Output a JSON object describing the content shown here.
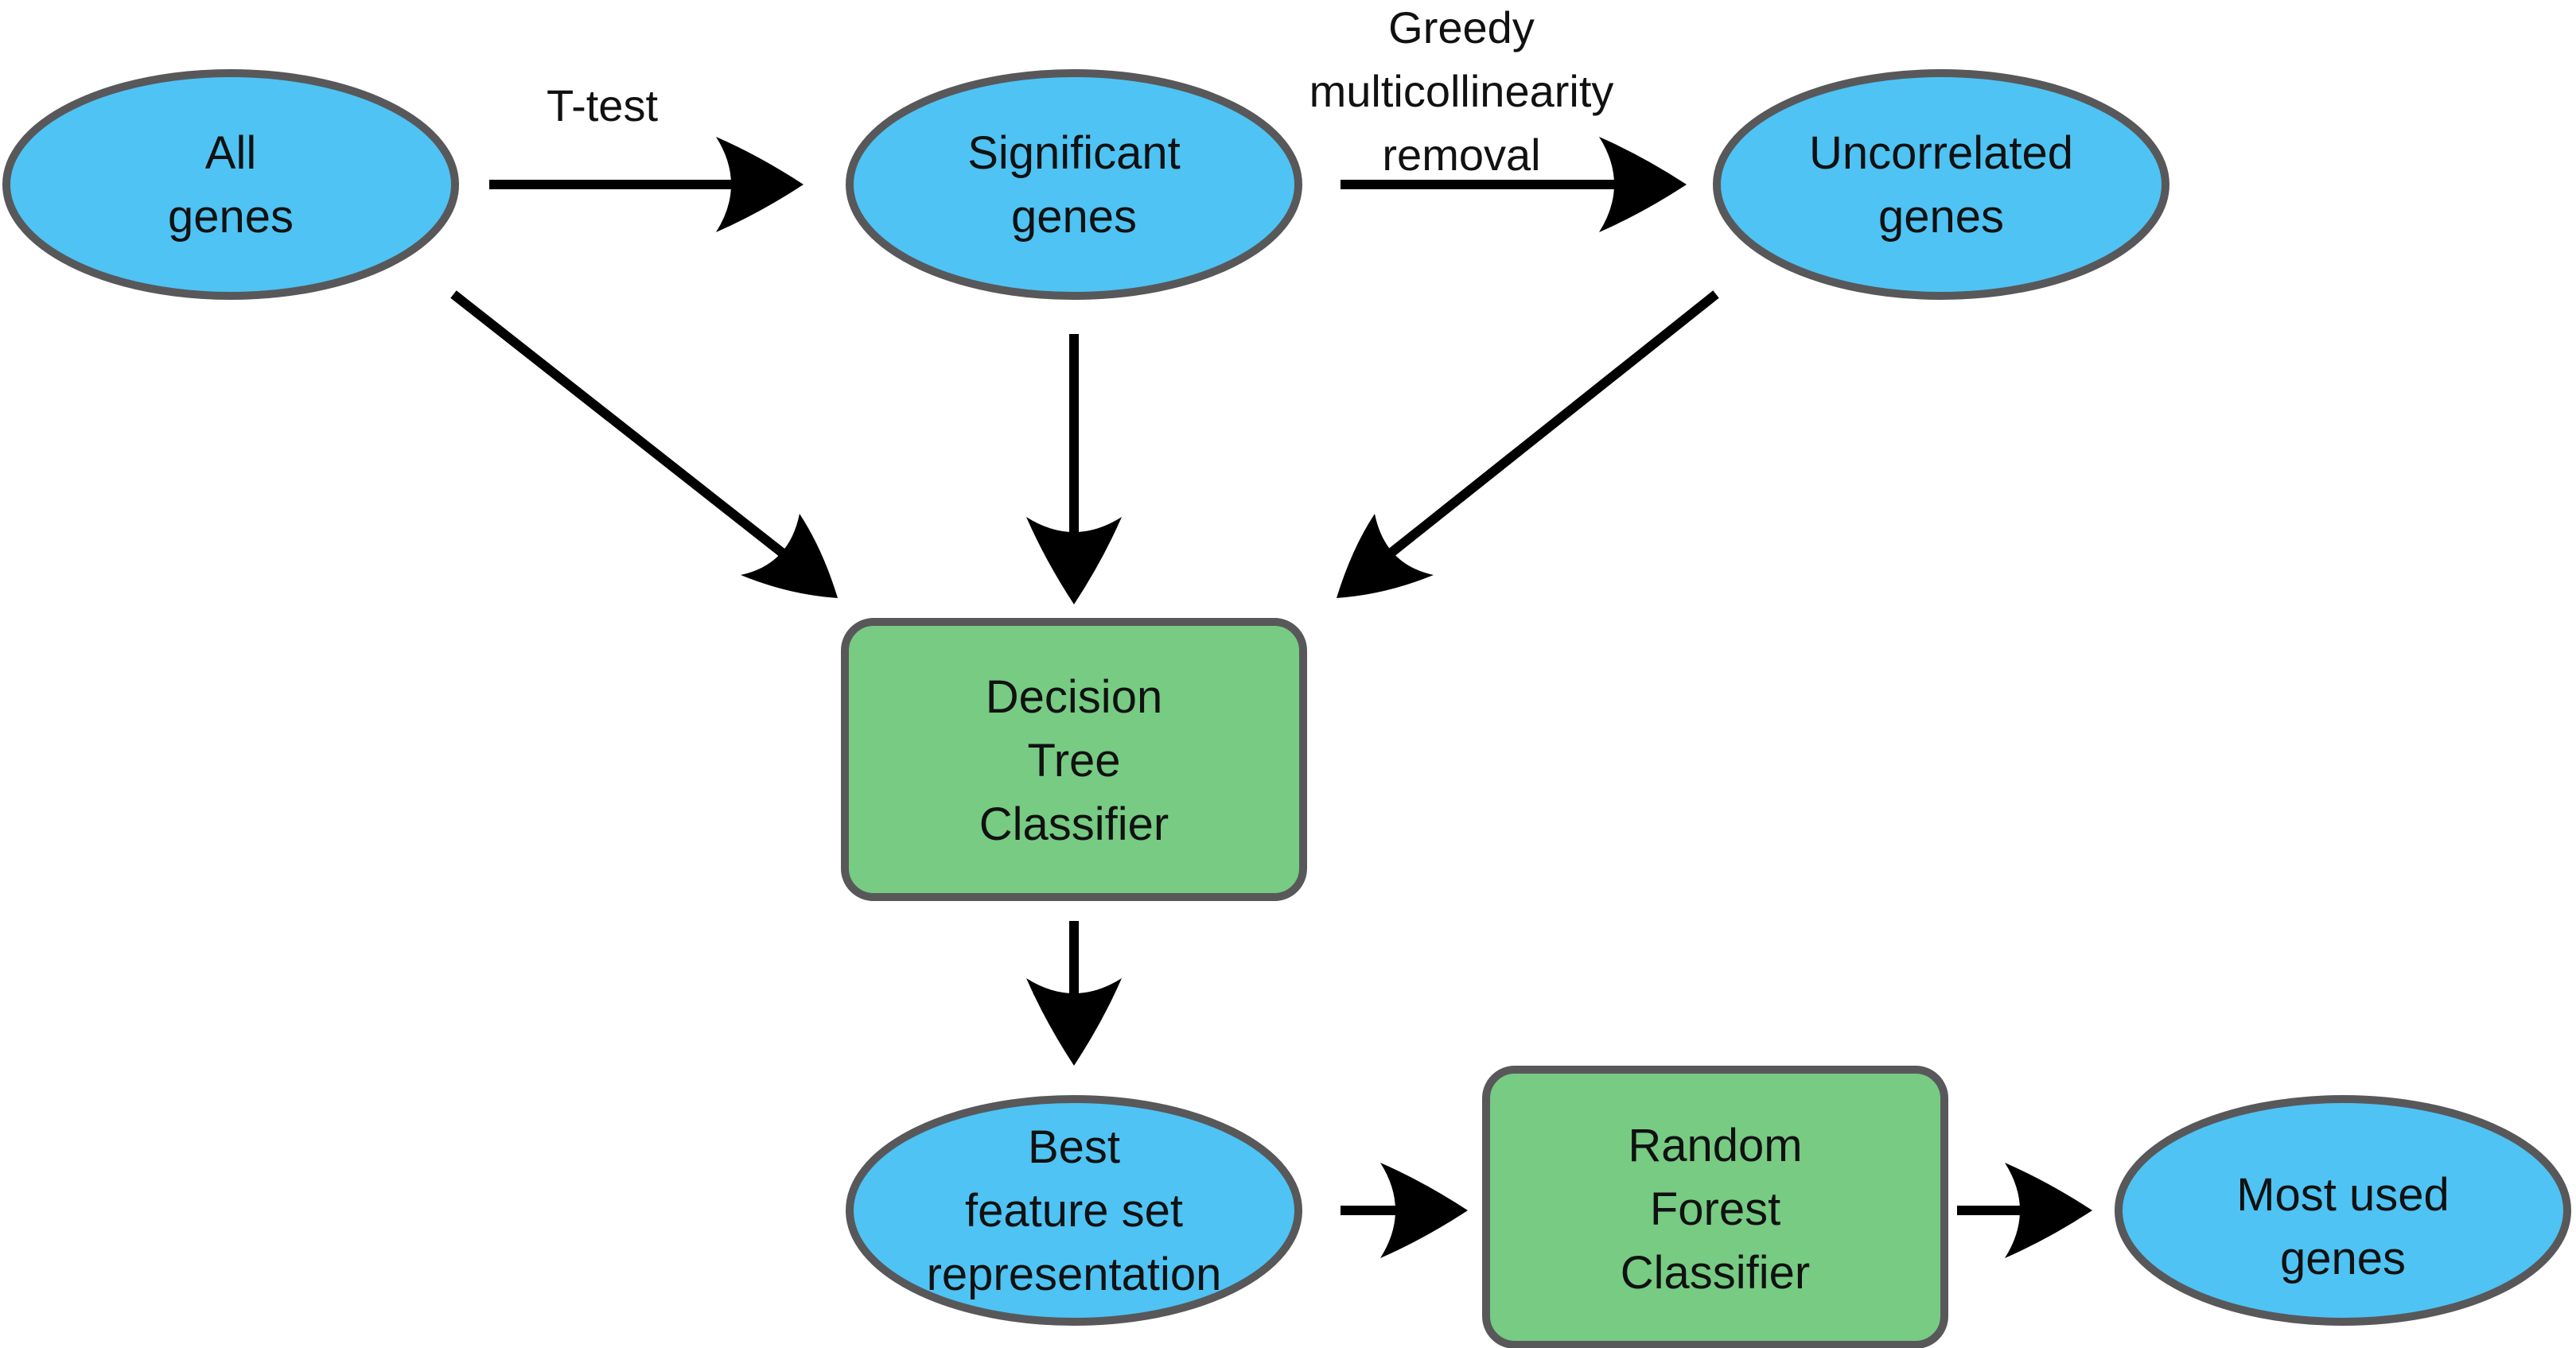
{
  "nodes": {
    "all_genes": {
      "lines": [
        "All",
        "genes"
      ]
    },
    "significant_genes": {
      "lines": [
        "Significant",
        "genes"
      ]
    },
    "uncorrelated_genes": {
      "lines": [
        "Uncorrelated",
        "genes"
      ]
    },
    "decision_tree": {
      "lines": [
        "Decision",
        "Tree",
        "Classifier"
      ]
    },
    "best_feature_set": {
      "lines": [
        "Best",
        "feature set",
        "representation"
      ]
    },
    "random_forest": {
      "lines": [
        "Random",
        "Forest",
        "Classifier"
      ]
    },
    "most_used_genes": {
      "lines": [
        "Most used",
        "genes"
      ]
    }
  },
  "edge_labels": {
    "t_test": [
      "T-test"
    ],
    "greedy_removal": [
      "Greedy",
      "multicollinearity",
      "removal"
    ]
  },
  "colors": {
    "ellipse_fill": "#4fc3f3",
    "rect_fill": "#77cb83",
    "outline": "#58585a",
    "arrow": "#000000"
  }
}
